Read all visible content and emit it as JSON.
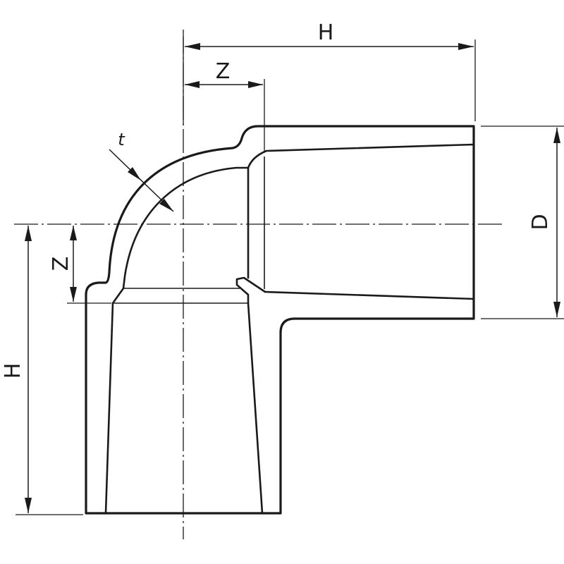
{
  "labels": {
    "h_top": "H",
    "z_top": "Z",
    "t": "t",
    "d_right": "D",
    "z_left": "Z",
    "h_left": "H"
  }
}
